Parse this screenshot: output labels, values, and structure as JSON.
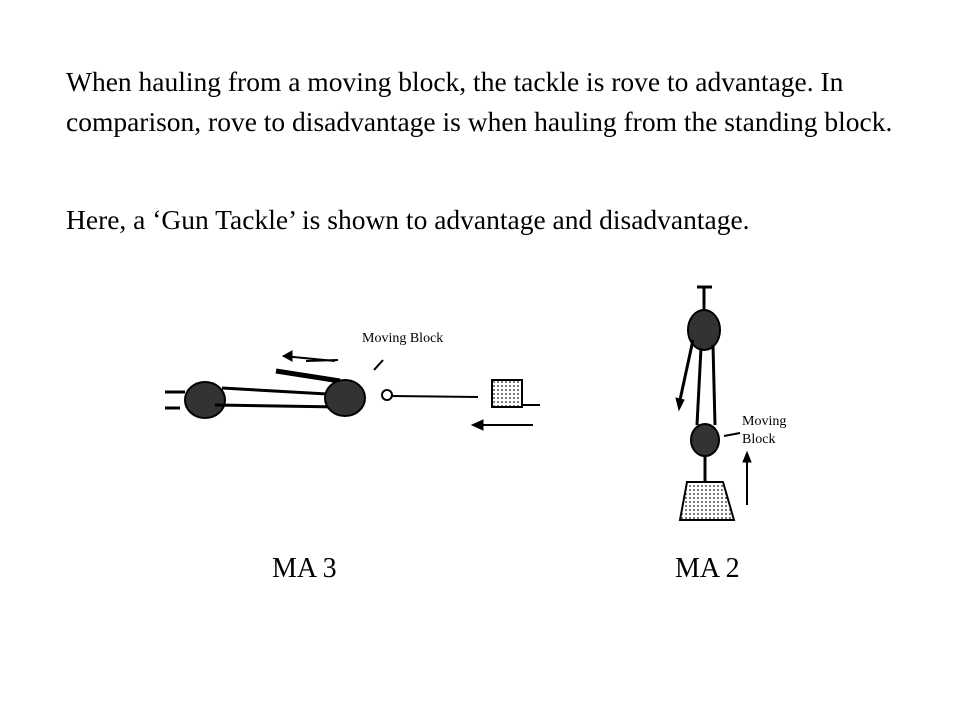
{
  "paragraphs": [
    "When hauling from a moving block, the tackle is rove to advantage. In comparison, rove to disadvantage is when hauling from the standing block.",
    "Here, a ‘Gun Tackle’ is shown to advantage and disadvantage."
  ],
  "figures": [
    {
      "label": "Moving Block",
      "caption": "MA 3"
    },
    {
      "label_line1": "Moving",
      "label_line2": "Block",
      "caption": "MA 2"
    }
  ]
}
